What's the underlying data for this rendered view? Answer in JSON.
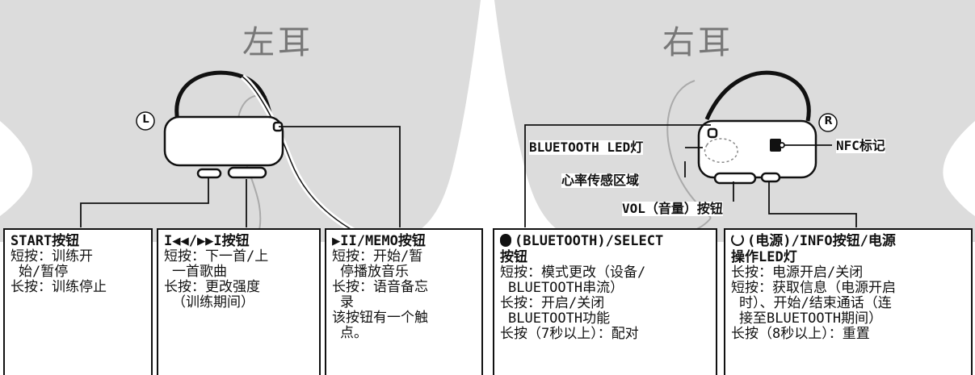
{
  "headings": {
    "left": "左耳",
    "right": "右耳"
  },
  "side_marks": {
    "left": "L",
    "right": "R"
  },
  "callouts": {
    "bt_led": "BLUETOOTH LED灯",
    "nfc": "NFC标记",
    "hr": "心率传感区域",
    "vol": "VOL（音量）按钮"
  },
  "boxes": [
    {
      "title": "START按钮",
      "lines": [
        "短按：训练开",
        "始/暂停",
        "长按：训练停止"
      ]
    },
    {
      "title": "I◀◀/▶▶I按钮",
      "lines": [
        "短按：下一首/上",
        "一首歌曲",
        "长按：更改强度",
        "（训练期间）"
      ]
    },
    {
      "title": "▶II/MEMO按钮",
      "lines": [
        "短按：开始/暂",
        "停播放音乐",
        "长按：语音备忘",
        "录",
        "该按钮有一个触",
        "点。"
      ]
    },
    {
      "title": "(BLUETOOTH)/SELECT",
      "title2": "按钮",
      "lines": [
        "短按：模式更改（设备/",
        "BLUETOOTH串流）",
        "长按：开启/关闭",
        "BLUETOOTH功能",
        "长按（7秒以上）：配对"
      ]
    },
    {
      "title": "(电源)/INFO按钮/电源",
      "title2": "操作LED灯",
      "lines": [
        "长按：电源开启/关闭",
        "短按：获取信息（电源开启",
        "时）、开始/结束通话（连",
        "接至BLUETOOTH期间）",
        "长按（8秒以上）：重置"
      ]
    }
  ],
  "colors": {
    "face": "#dcdcdc",
    "line": "#111111"
  }
}
